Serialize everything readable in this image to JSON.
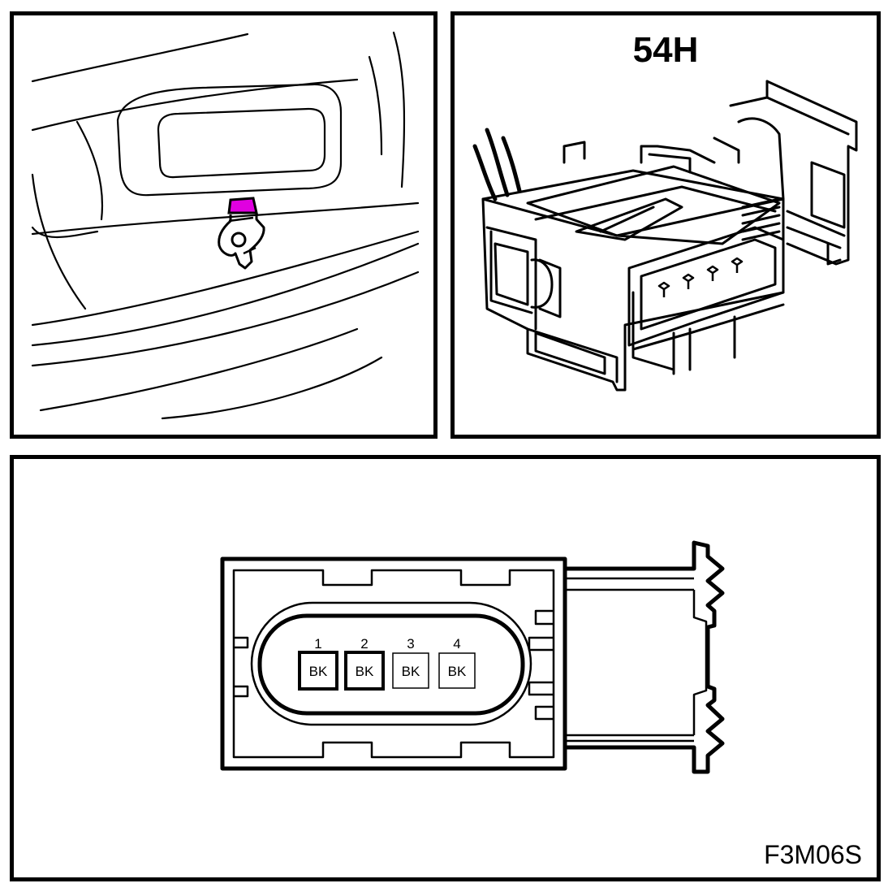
{
  "connector": {
    "id": "54H",
    "pins": [
      {
        "number": "1",
        "color": "BK",
        "populated": true
      },
      {
        "number": "2",
        "color": "BK",
        "populated": true
      },
      {
        "number": "3",
        "color": "BK",
        "populated": false
      },
      {
        "number": "4",
        "color": "BK",
        "populated": false
      }
    ]
  },
  "figure_code": "F3M06S",
  "highlight_color": "#e000e0"
}
